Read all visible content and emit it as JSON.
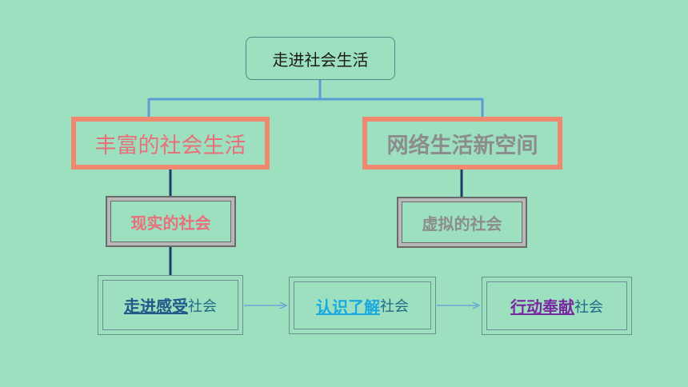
{
  "root": {
    "label": "走进社会生活"
  },
  "branches": [
    {
      "label": "丰富的社会生活",
      "color": "#e8707a"
    },
    {
      "label": "网络生活新空间",
      "color": "#8c8c8c"
    }
  ],
  "subnodes": [
    {
      "label": "现实的社会",
      "color": "#e8707a"
    },
    {
      "label": "虚拟的社会",
      "color": "#8c8c8c"
    }
  ],
  "steps": [
    {
      "key": "走进感受",
      "rest": "社会",
      "key_color": "#1f5a8a"
    },
    {
      "key": "认识了解",
      "rest": "社会",
      "key_color": "#1aa8e0"
    },
    {
      "key": "行动奉献",
      "rest": "社会",
      "key_color": "#7a2aa0"
    }
  ],
  "colors": {
    "background": "#9de0bf",
    "branch_border": "#f08870",
    "tree_line": "#5b9bd5",
    "vertical_line": "#1f3a6a",
    "arrow": "#5b9bd5"
  }
}
